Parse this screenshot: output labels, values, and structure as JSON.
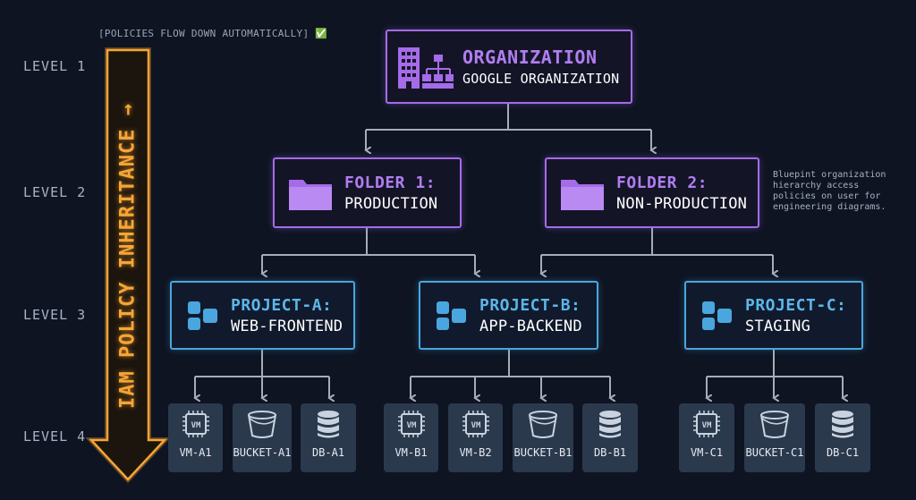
{
  "banner": "[POLICIES FLOW DOWN AUTOMATICALLY] ✅",
  "inheritance_label": "IAM POLICY INHERITANCE →",
  "levels": [
    "LEVEL 1",
    "LEVEL 2",
    "LEVEL 3",
    "LEVEL 4"
  ],
  "side_note": "Bluepint organization hierarchy access policies on user for engineering diagrams.",
  "colors": {
    "org": "#a56be8",
    "project": "#4aa6df",
    "arrow": "#f7a534",
    "resource": "#2b394d"
  },
  "organization": {
    "title": "ORGANIZATION",
    "subtitle": "GOOGLE ORGANIZATION",
    "icon": "building-hierarchy-icon"
  },
  "folders": [
    {
      "title": "FOLDER 1:",
      "subtitle": "PRODUCTION",
      "icon": "folder-icon"
    },
    {
      "title": "FOLDER 2:",
      "subtitle": "NON-PRODUCTION",
      "icon": "folder-icon"
    }
  ],
  "projects": [
    {
      "title": "PROJECT-A:",
      "subtitle": "WEB-FRONTEND",
      "icon": "project-blocks-icon"
    },
    {
      "title": "PROJECT-B:",
      "subtitle": "APP-BACKEND",
      "icon": "project-blocks-icon"
    },
    {
      "title": "PROJECT-C:",
      "subtitle": "STAGING",
      "icon": "project-blocks-icon"
    }
  ],
  "resources": [
    {
      "label": "VM-A1",
      "type": "vm",
      "icon_text": "VM"
    },
    {
      "label": "BUCKET-A1",
      "type": "bucket"
    },
    {
      "label": "DB-A1",
      "type": "db"
    },
    {
      "label": "VM-B1",
      "type": "vm",
      "icon_text": "VM"
    },
    {
      "label": "VM-B2",
      "type": "vm",
      "icon_text": "VM"
    },
    {
      "label": "BUCKET-B1",
      "type": "bucket"
    },
    {
      "label": "DB-B1",
      "type": "db"
    },
    {
      "label": "VM-C1",
      "type": "vm",
      "icon_text": "VM"
    },
    {
      "label": "BUCKET-C1",
      "type": "bucket"
    },
    {
      "label": "DB-C1",
      "type": "db"
    }
  ]
}
